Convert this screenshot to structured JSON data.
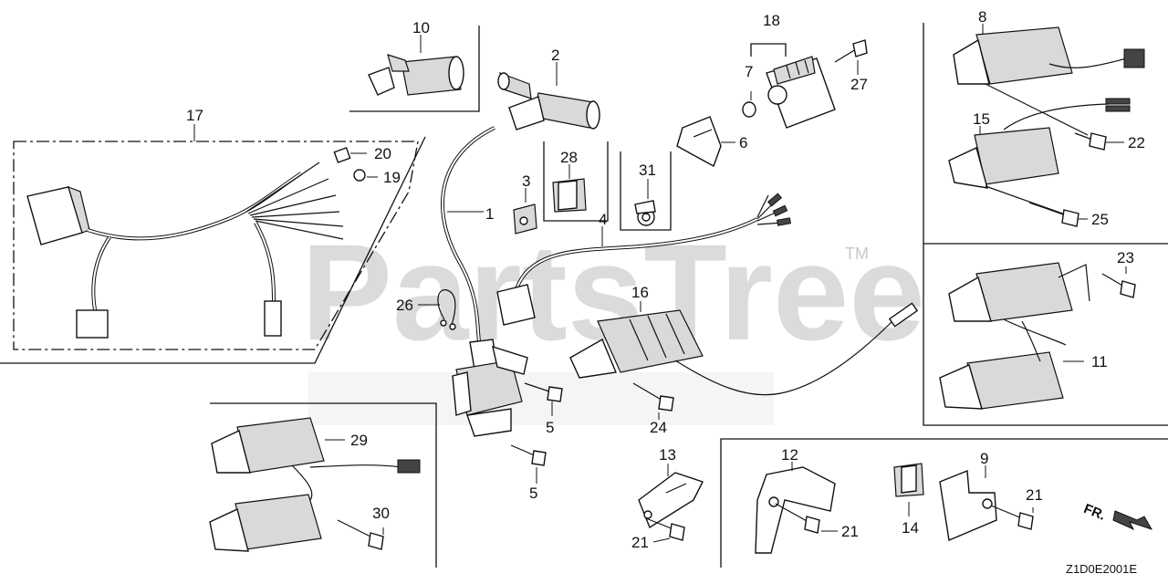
{
  "watermark": {
    "text": "PartsTree",
    "tm": "TM"
  },
  "diagram_code": "Z1D0E2001E",
  "front_indicator": "FR.",
  "callouts": {
    "c1": "1",
    "c2": "2",
    "c3": "3",
    "c4": "4",
    "c5a": "5",
    "c5b": "5",
    "c6": "6",
    "c7": "7",
    "c8": "8",
    "c9": "9",
    "c10": "10",
    "c11": "11",
    "c12": "12",
    "c13": "13",
    "c14": "14",
    "c15": "15",
    "c16": "16",
    "c17": "17",
    "c18": "18",
    "c19": "19",
    "c20": "20",
    "c21a": "21",
    "c21b": "21",
    "c21c": "21",
    "c22": "22",
    "c23": "23",
    "c24": "24",
    "c25": "25",
    "c26": "26",
    "c27": "27",
    "c28": "28",
    "c29": "29",
    "c30": "30",
    "c31": "31"
  },
  "icons": {
    "part-10": "spark-plug-cap-icon",
    "part-2": "spark-plug-cap-icon",
    "part-17": "wire-harness-icon",
    "part-1": "ignition-coil-icon",
    "part-16": "charge-coil-icon",
    "part-front-arrow": "arrow-icon"
  }
}
